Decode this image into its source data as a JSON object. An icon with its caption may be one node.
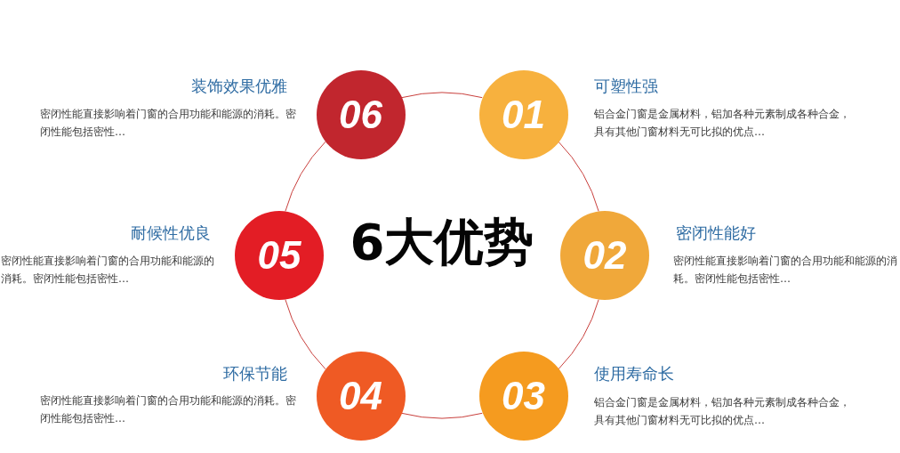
{
  "diagram": {
    "title": "6大优势",
    "nodes": [
      {
        "text": [
          "06"
        ],
        "beside": [
          "装饰效果优雅",
          "密闭性能直接影响着门窗的合用功能和能源的消耗。密闭性能包括密性…"
        ]
      },
      {
        "text": [
          "01"
        ],
        "beside": [
          "可塑性强",
          "铝合金门窗是金属材料，铝加各种元素制成各种合金，具有其他门窗材料无可比拟的优点…"
        ]
      },
      {
        "text": [
          "05"
        ],
        "beside": [
          "耐候性优良",
          "密闭性能直接影响着门窗的合用功能和能源的消耗。密闭性能包括密性…"
        ]
      },
      {
        "text": [
          "02"
        ],
        "beside": [
          "密闭性能好",
          "密闭性能直接影响着门窗的合用功能和能源的消耗。密闭性能包括密性…"
        ]
      },
      {
        "text": [
          "04"
        ],
        "beside": [
          "环保节能",
          "密闭性能直接影响着门窗的合用功能和能源的消耗。密闭性能包括密性…"
        ]
      },
      {
        "text": [
          "03"
        ],
        "beside": [
          "使用寿命长",
          "铝合金门窗是金属材料，铝加各种元素制成各种合金，具有其他门窗材料无可比拟的优点…"
        ]
      }
    ],
    "edges": [
      {
        "from": 0,
        "to": 1,
        "arrow": "none"
      },
      {
        "from": 1,
        "to": 3,
        "arrow": "none"
      },
      {
        "from": 3,
        "to": 5,
        "arrow": "none"
      },
      {
        "from": 5,
        "to": 4,
        "arrow": "none"
      },
      {
        "from": 4,
        "to": 2,
        "arrow": "none"
      },
      {
        "from": 2,
        "to": 0,
        "arrow": "none"
      }
    ]
  }
}
